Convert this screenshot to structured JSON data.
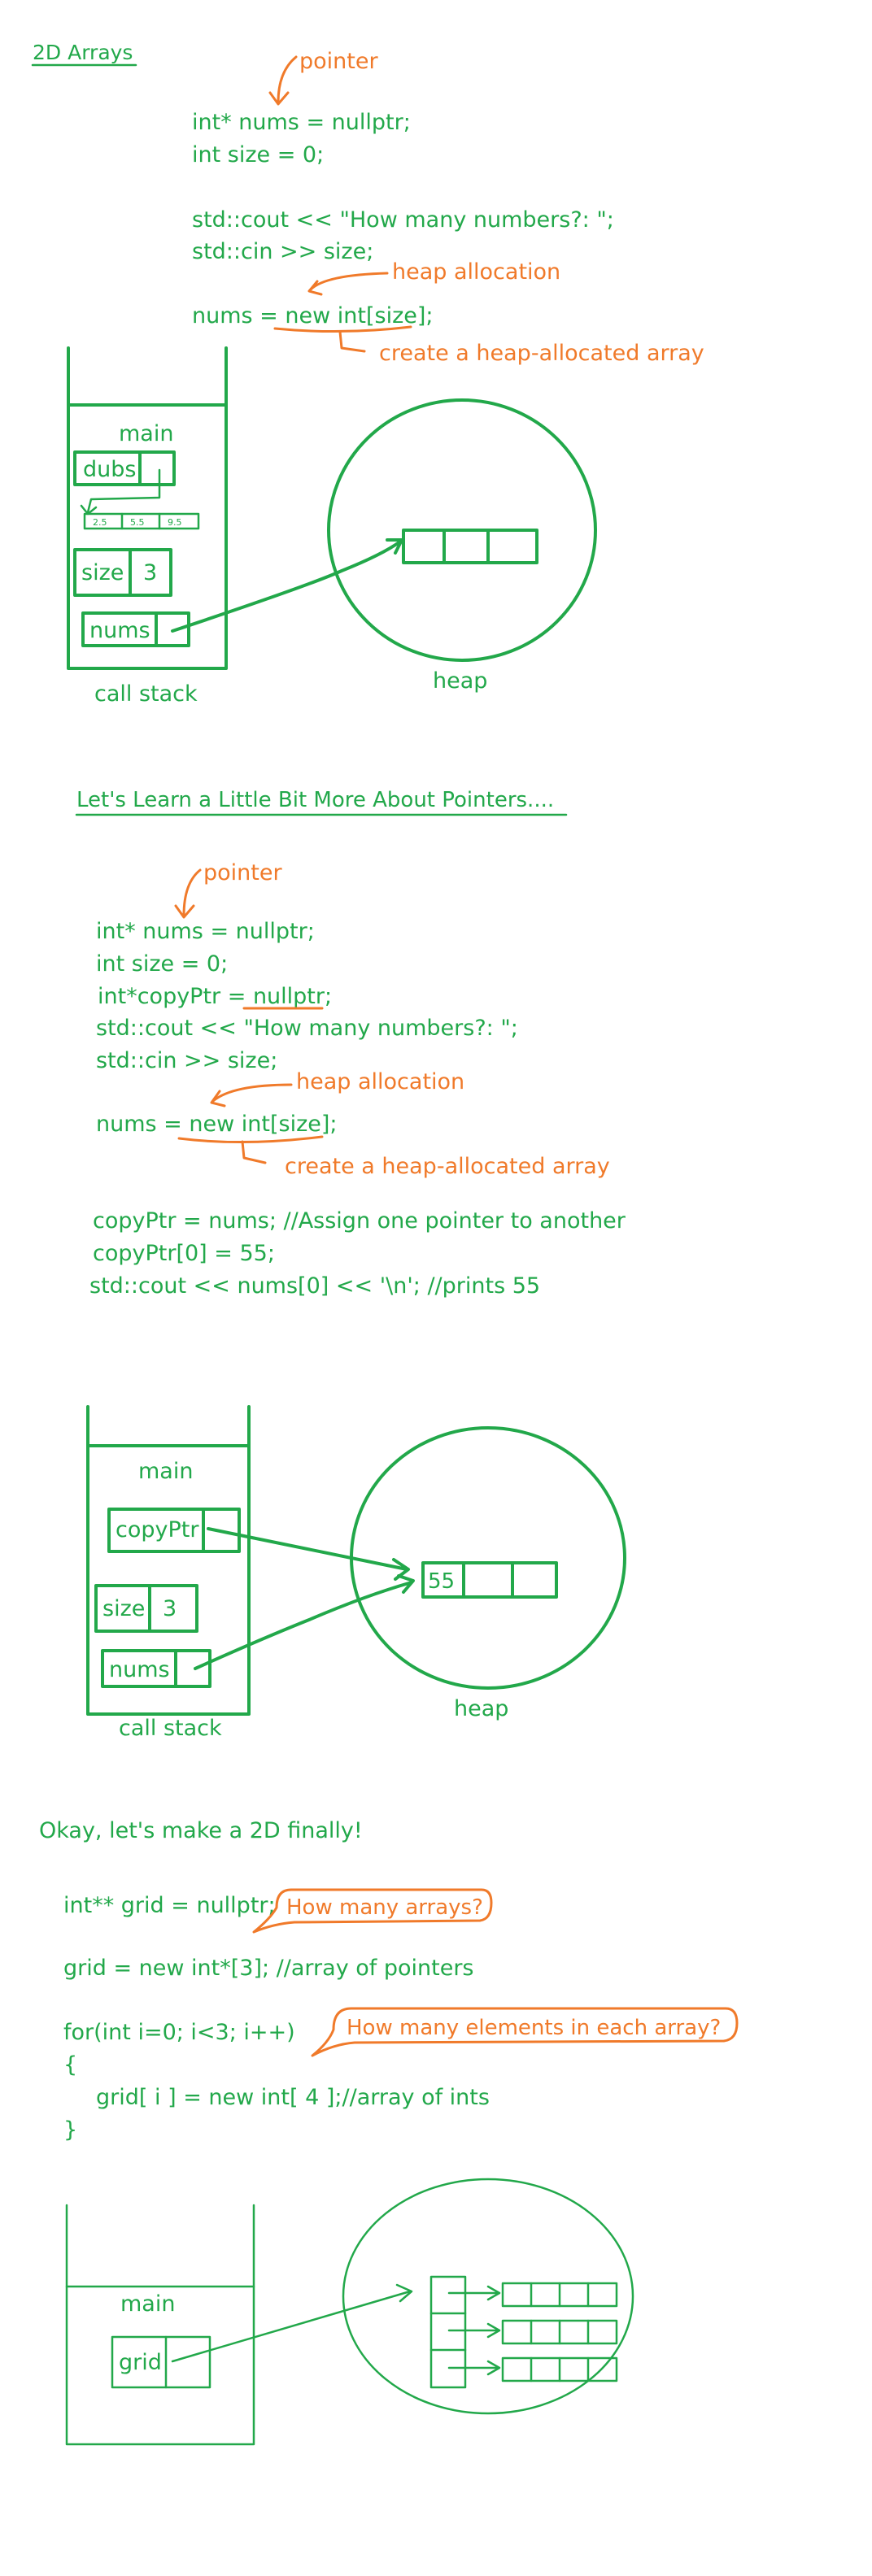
{
  "colors": {
    "ink_green": "#22a84a",
    "ink_orange": "#f07a2a",
    "background": "#ffffff"
  },
  "section1": {
    "title": "2D Arrays",
    "pointer_note": "pointer",
    "code": [
      "int* nums = nullptr;",
      "int size = 0;",
      "std::cout << \"How many numbers?: \";",
      "std::cin >> size;",
      "nums = new int[size];"
    ],
    "heap_alloc_note": "heap allocation",
    "heap_array_note": "create a heap-allocated array",
    "stack": {
      "frame": "main",
      "var1": "dubs",
      "mini_cells": [
        "2.5",
        "5.5",
        "9.5"
      ],
      "var2": "size",
      "var2_value": "3",
      "var3": "nums",
      "caption": "call stack"
    },
    "heap_caption": "heap"
  },
  "section2": {
    "title": "Let's Learn a Little Bit More About Pointers....",
    "pointer_note": "pointer",
    "code": [
      "int* nums = nullptr;",
      "int size = 0;",
      "int*copyPtr = nullptr;",
      "std::cout << \"How many numbers?: \";",
      "std::cin >> size;",
      "nums = new int[size];",
      "copyPtr = nums;  //Assign one pointer to another",
      "copyPtr[0] = 55;",
      "std::cout << nums[0] << '\\n'; //prints 55"
    ],
    "heap_alloc_note": "heap allocation",
    "heap_array_note": "create a heap-allocated array",
    "stack": {
      "frame": "main",
      "var1": "copyPtr",
      "var2": "size",
      "var2_value": "3",
      "var3": "nums",
      "caption": "call stack"
    },
    "heap_first_cell": "55",
    "heap_caption": "heap"
  },
  "section3": {
    "title": "Okay, let's make a 2D finally!",
    "code": [
      "int** grid = nullptr;",
      "grid  = new int*[3]; //array of pointers",
      "for(int i=0; i<3; i++)",
      "{",
      "grid[ i ]  =  new int[ 4 ];//array of ints",
      "}"
    ],
    "how_many_arrays": "How many arrays?",
    "how_many_elements": "How many elements in each array?",
    "stack": {
      "frame": "main",
      "var1": "grid"
    }
  }
}
